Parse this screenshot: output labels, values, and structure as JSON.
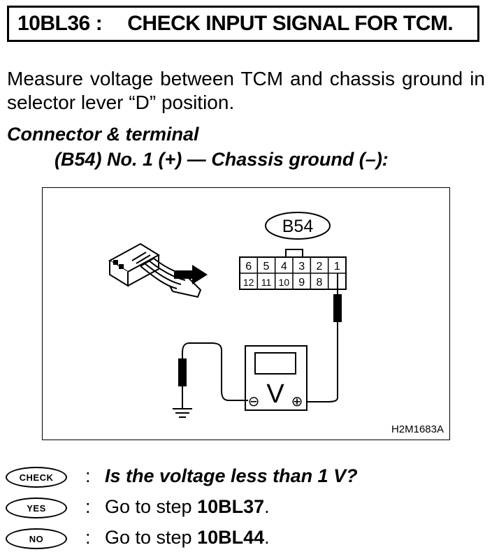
{
  "title": {
    "code": "10BL36",
    "separator": ":",
    "text": "CHECK INPUT SIGNAL FOR TCM."
  },
  "intro": "Measure voltage between TCM and chassis ground in selector lever “D” position.",
  "connector_terminal": {
    "heading": "Connector & terminal",
    "line": "(B54) No. 1 (+) — Chassis ground (–):"
  },
  "figure": {
    "connector_label": "B54",
    "pins_top": [
      "6",
      "5",
      "4",
      "3",
      "2",
      "1"
    ],
    "pins_bottom": [
      "12",
      "11",
      "10",
      "9",
      "8",
      ""
    ],
    "meter_symbol": "V",
    "meter_minus": "⊖",
    "meter_plus": "⊕",
    "figure_id": "H2M1683A"
  },
  "steps": [
    {
      "badge": "CHECK",
      "colon": ":",
      "text": "Is the voltage less than 1 V?"
    },
    {
      "badge": "YES",
      "colon": ":",
      "prefix": "Go to step ",
      "target": "10BL37",
      "suffix": "."
    },
    {
      "badge": "NO",
      "colon": ":",
      "prefix": "Go to step ",
      "target": "10BL44",
      "suffix": "."
    }
  ]
}
